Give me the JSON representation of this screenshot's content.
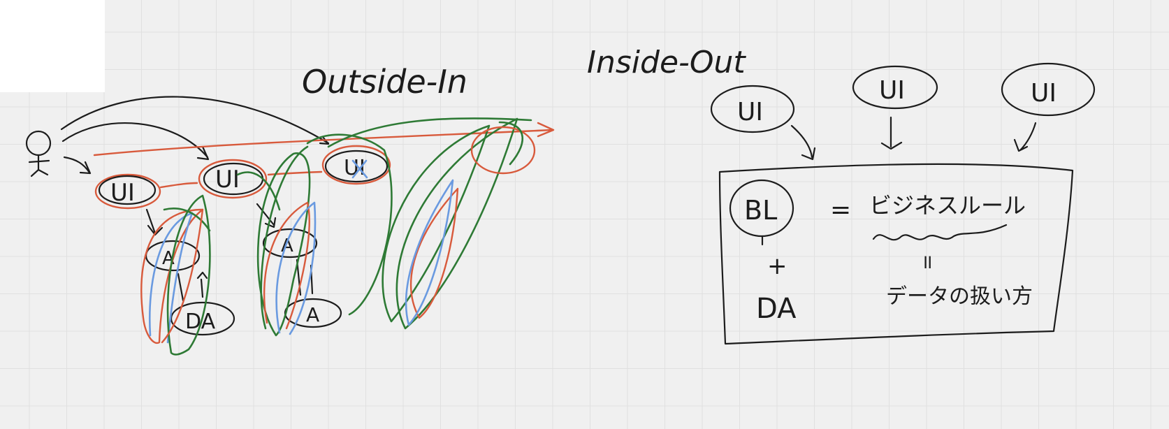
{
  "outside_in": {
    "title": "Outside-In",
    "person_label": "웃",
    "ui_nodes": [
      "UI",
      "UI",
      "UI"
    ],
    "middle_nodes": [
      "A",
      "A"
    ],
    "da_nodes": [
      "DA",
      "A"
    ]
  },
  "inside_out": {
    "title": "Inside-Out",
    "ui_nodes": [
      "UI",
      "UI",
      "UI"
    ],
    "bl_node": "BL",
    "equals": "=",
    "bl_meaning": "ビジネスルール",
    "plus": "+",
    "da_node": "DA",
    "equals_vertical": "॥",
    "da_meaning": "データの扱い方"
  },
  "colors": {
    "ink": "#1c1c1c",
    "red": "#d85a3c",
    "green": "#2e7a35",
    "blue": "#6a9ae0",
    "grid": "#e0e0e0",
    "background": "#f0f0f0"
  }
}
